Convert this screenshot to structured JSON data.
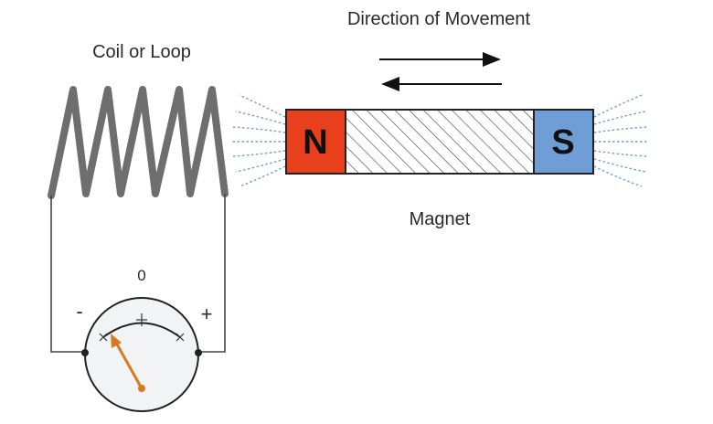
{
  "labels": {
    "coil": "Coil or Loop",
    "direction": "Direction of Movement",
    "magnet": "Magnet",
    "meter_zero": "0",
    "meter_minus": "-",
    "meter_plus": "+"
  },
  "magnet": {
    "north": "N",
    "south": "S",
    "north_color": "#e8401c",
    "south_color": "#6f9ed6"
  },
  "colors": {
    "coil": "#6e6e6e",
    "wire": "#444444",
    "field_lines": "#6f9ed6",
    "needle": "#d87a1f",
    "meter_face": "#f2f3f5"
  }
}
